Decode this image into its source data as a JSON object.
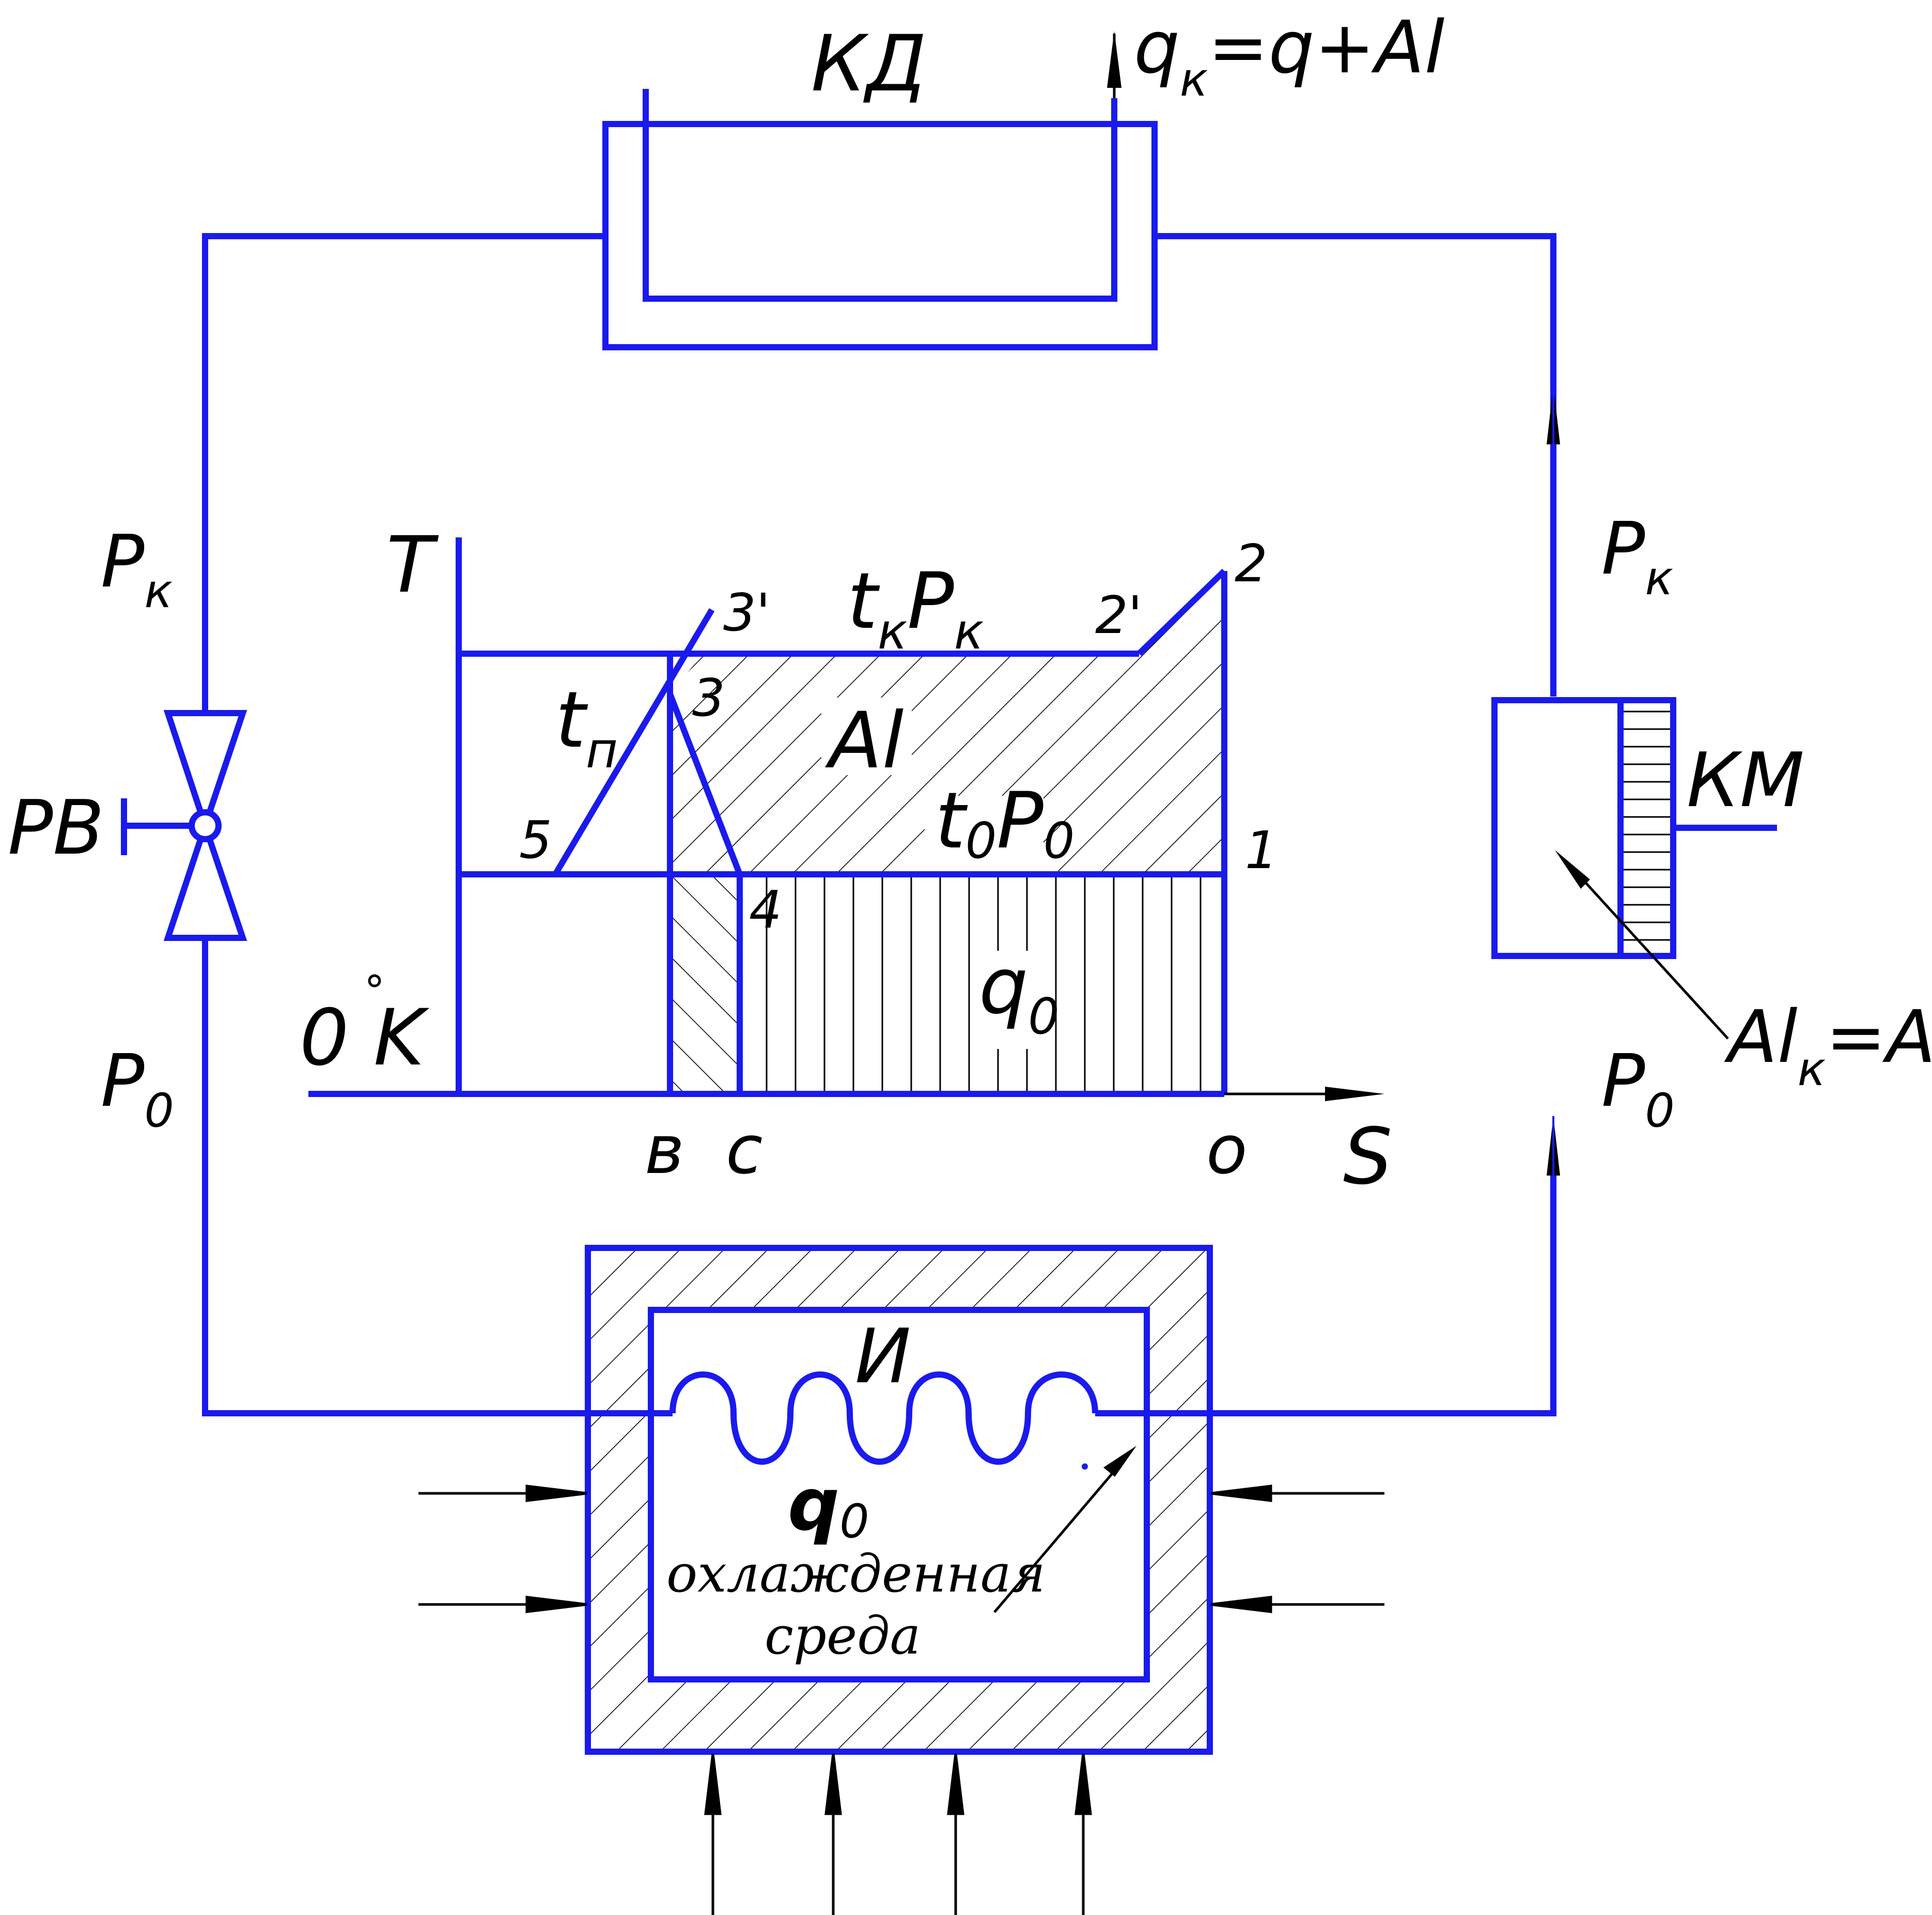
{
  "colors": {
    "line": "#1a1aee",
    "ink": "#000000",
    "background": "#ffffff"
  },
  "labels": {
    "condenser": "КД",
    "condenser_heat": {
      "main": "q",
      "sub": "к",
      "rest": "=q+Al"
    },
    "compressor": "КМ",
    "compressor_work": {
      "main": "Al",
      "sub": "к",
      "rest": "=Al"
    },
    "valve": "РВ",
    "evaporator": "И",
    "evaporator_heat": {
      "main": "q",
      "sub": "0"
    },
    "cooled_medium_line1": "охлажденная",
    "cooled_medium_line2": "среда",
    "left_pk": {
      "main": "P",
      "sub": "к"
    },
    "left_p0": {
      "main": "P",
      "sub": "0"
    },
    "right_pk": {
      "main": "P",
      "sub": "к"
    },
    "right_p0": {
      "main": "P",
      "sub": "0"
    }
  },
  "ts_diagram": {
    "t_axis": "T",
    "s_axis": "S",
    "zero_kelvin": "0 K",
    "degree": "°",
    "condensation": {
      "t": "t",
      "t_sub": "к",
      "p": "P",
      "p_sub": "к"
    },
    "evaporation": {
      "t": "t",
      "t_sub": "0",
      "p": "P",
      "p_sub": "0"
    },
    "subcool": {
      "t": "t",
      "t_sub": "п"
    },
    "work_area": "Al",
    "cold_area": {
      "main": "q",
      "sub": "0"
    },
    "points": [
      "1",
      "2",
      "2'",
      "3",
      "3'",
      "4",
      "5"
    ],
    "s_points": [
      "в",
      "с",
      "о"
    ]
  }
}
